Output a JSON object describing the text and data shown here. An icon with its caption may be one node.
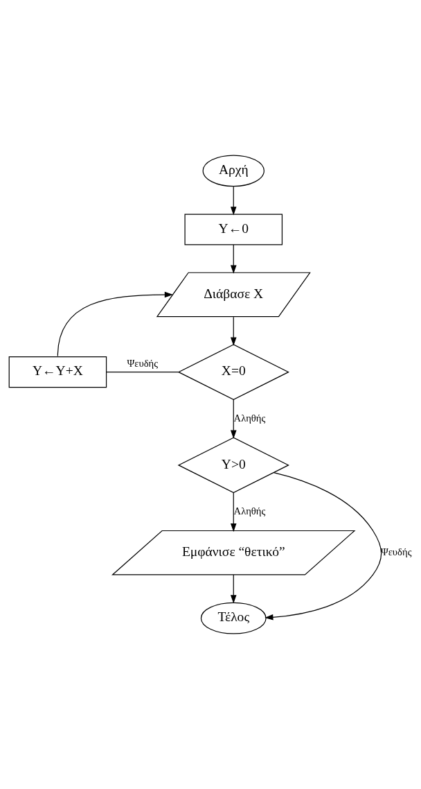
{
  "diagram": {
    "nodes": [
      {
        "text": [
          "Αρχή"
        ]
      },
      {
        "text": [
          "Y←0"
        ]
      },
      {
        "text": [
          "Διάβασε X"
        ]
      },
      {
        "text": [
          "Y←Y+X"
        ]
      },
      {
        "text": [
          "X=0"
        ]
      },
      {
        "text": [
          "Y>0"
        ]
      },
      {
        "text": [
          "Εμφάνισε “θετικό”"
        ]
      },
      {
        "text": [
          "Τέλος"
        ]
      }
    ],
    "edges": [
      {
        "from": 0,
        "to": 1,
        "arrow": "to"
      },
      {
        "from": 1,
        "to": 2,
        "arrow": "to"
      },
      {
        "from": 2,
        "to": 4,
        "arrow": "to"
      },
      {
        "from": 4,
        "to": 3,
        "arrow": "none",
        "label": "Ψευδής"
      },
      {
        "from": 3,
        "to": 2,
        "arrow": "to"
      },
      {
        "from": 4,
        "to": 5,
        "arrow": "to",
        "label": "Αληθής"
      },
      {
        "from": 5,
        "to": 6,
        "arrow": "to",
        "label": "Αληθής"
      },
      {
        "from": 5,
        "to": 7,
        "arrow": "to",
        "label": "Ψευδής"
      },
      {
        "from": 6,
        "to": 7,
        "arrow": "to"
      }
    ]
  }
}
